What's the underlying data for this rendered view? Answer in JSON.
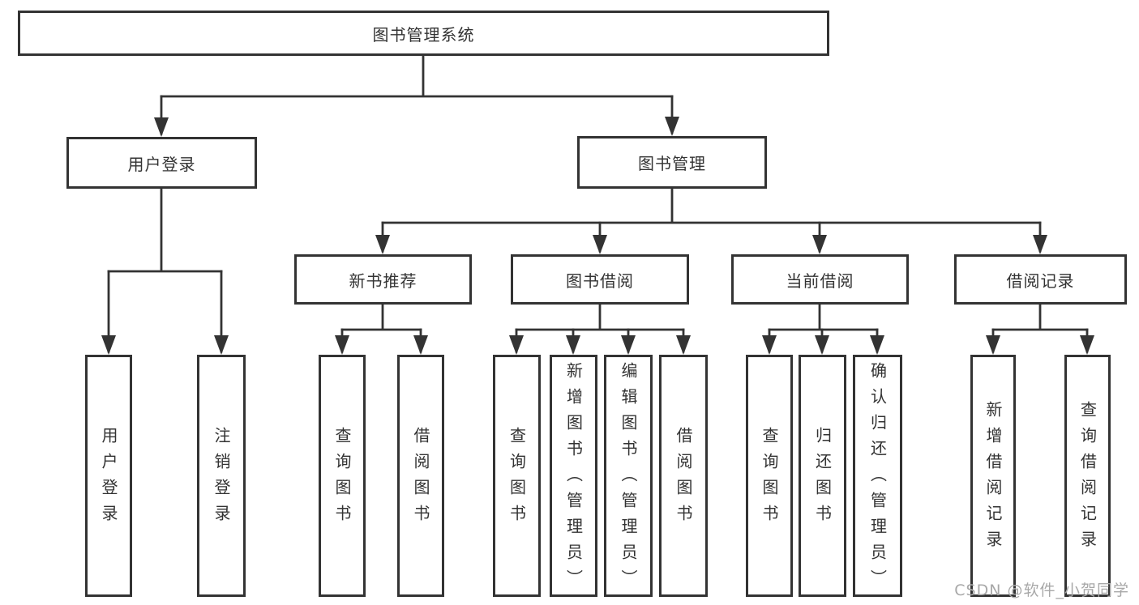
{
  "watermark": "CSDN @软件_小贺同学",
  "colors": {
    "line": "#333333",
    "box_border": "#333333",
    "text": "#333333",
    "background": "#ffffff",
    "watermark": "#a8a8a8"
  },
  "tree": {
    "root": "图书管理系统",
    "branches": [
      {
        "label": "用户登录",
        "leaves": [
          "用户登录",
          "注销登录"
        ]
      },
      {
        "label": "图书管理",
        "groups": [
          {
            "label": "新书推荐",
            "leaves": [
              "查询图书",
              "借阅图书"
            ]
          },
          {
            "label": "图书借阅",
            "leaves": [
              "查询图书",
              "新增图书（管理员）",
              "编辑图书（管理员）",
              "借阅图书"
            ]
          },
          {
            "label": "当前借阅",
            "leaves": [
              "查询图书",
              "归还图书",
              "确认归还（管理员）"
            ]
          },
          {
            "label": "借阅记录",
            "leaves": [
              "新增借阅记录",
              "查询借阅记录"
            ]
          }
        ]
      }
    ]
  }
}
